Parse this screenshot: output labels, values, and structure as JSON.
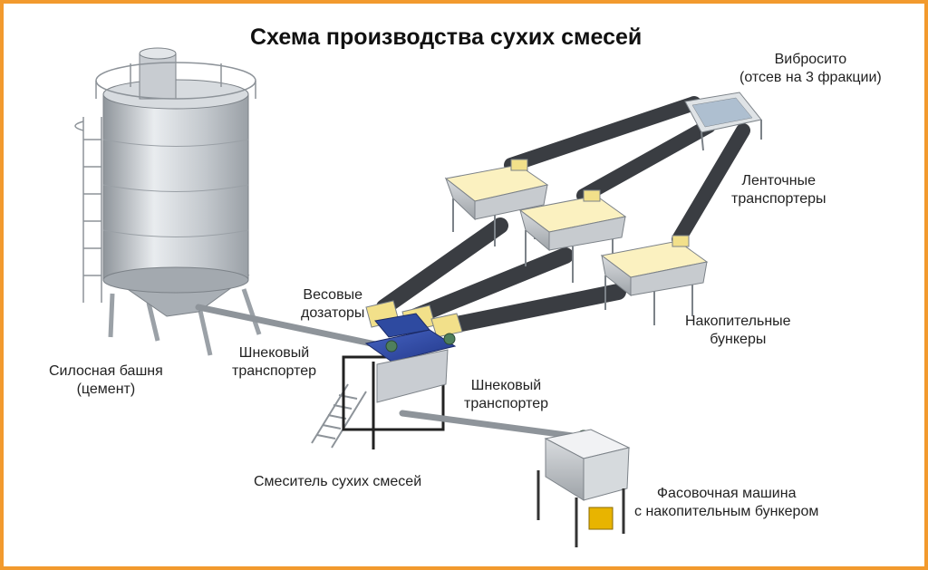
{
  "title": "Схема производства сухих смесей",
  "colors": {
    "frame": "#f29a2e",
    "belt": "#3a3d42",
    "steel": "#b9bec4",
    "mixer_blue": "#2e4aa0",
    "accent_yellow": "#f2e08a"
  },
  "labels": {
    "vibrosito": {
      "line1": "Вибросито",
      "line2": "(отсев на 3 фракции)"
    },
    "conveyors": {
      "line1": "Ленточные",
      "line2": "транспортеры"
    },
    "storage_bunkers": {
      "line1": "Накопительные",
      "line2": "бункеры"
    },
    "dosers": {
      "line1": "Весовые",
      "line2": "дозаторы"
    },
    "screw1": {
      "line1": "Шнековый",
      "line2": "транспортер"
    },
    "silo": {
      "line1": "Силосная башня",
      "line2": "(цемент)"
    },
    "screw2": {
      "line1": "Шнековый",
      "line2": "транспортер"
    },
    "mixer": {
      "line1": "Смеситель сухих смесей"
    },
    "packing": {
      "line1": "Фасовочная машина",
      "line2": "с накопительным бункером"
    }
  }
}
